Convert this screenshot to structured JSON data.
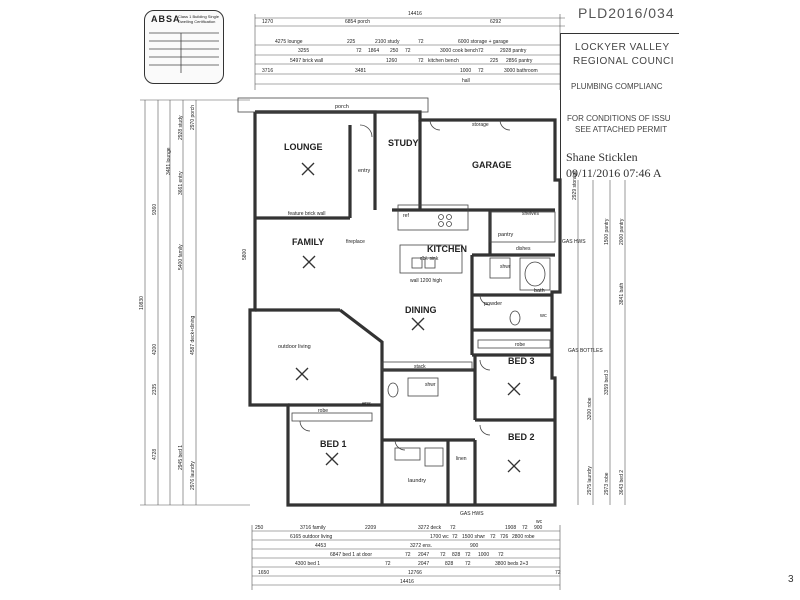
{
  "doc_ref": "PLD2016/034",
  "council": {
    "line1": "LOCKYER VALLEY",
    "line2": "REGIONAL COUNCI",
    "line3": "PLUMBING COMPLIANC",
    "line4": "FOR CONDITIONS OF ISSU",
    "line5": "SEE ATTACHED PERMIT"
  },
  "approval": {
    "name": "Shane Sticklen",
    "datetime": "09/11/2016 07:46 A"
  },
  "stamp": {
    "logo": "ABSA",
    "caption": "Class 1 Building Single Dwelling Certification"
  },
  "rooms": {
    "lounge": "LOUNGE",
    "entry": "entry",
    "study": "STUDY",
    "garage": "GARAGE",
    "family": "FAMILY",
    "kitchen": "KITCHEN",
    "pantry": "pantry",
    "dining": "DINING",
    "powder": "powder",
    "wc": "wc",
    "bath": "bath",
    "bed3": "BED 3",
    "outdoor_living": "outdoor living",
    "ens": "ens.",
    "bed1": "BED 1",
    "bed2": "BED 2",
    "laundry": "laundry",
    "porch": "porch"
  },
  "labels": {
    "storage": "storage",
    "shelves": "shelves",
    "robe": "robe",
    "feature_wall": "feature brick wall",
    "fireplace": "fireplace",
    "dbl_sink": "dbl. sink",
    "wall_height": "wall 1200 high",
    "dishwasher": "dishes",
    "shwr": "shwr",
    "stack": "stack",
    "ref": "ref",
    "gas_hws": "GAS HWS",
    "gas_bottles": "GAS BOTTLES",
    "linen": "linen",
    "shower": "shwr"
  },
  "dims_top": {
    "overall": "14416",
    "row1": [
      "1270",
      "6854 porch",
      "6292"
    ],
    "row2": [
      "4275 lounge",
      "225",
      "2100 study",
      "72",
      "6000 storage + garage"
    ],
    "row3": [
      "3255",
      "72",
      "1864",
      "250",
      "72",
      "3000 cook bench",
      "72",
      "2928 pantry"
    ],
    "row4": [
      "5497 brick wall",
      "1260",
      "72",
      "kitchen bench",
      "225",
      "2856 pantry"
    ],
    "row5": [
      "3716",
      "3481",
      "1000",
      "72",
      "3000 bathroom"
    ],
    "row6": [
      "hall"
    ]
  },
  "dims_bottom": {
    "row1": [
      "250",
      "3716 family",
      "2209",
      "3272 deck",
      "72",
      "1908",
      "72",
      "900",
      "wc"
    ],
    "row2": [
      "6165 outdoor living",
      "1700 wc",
      "72",
      "1500 shwr",
      "72",
      "726",
      "2800 robe"
    ],
    "row3": [
      "4453",
      "3272 ens.",
      "900"
    ],
    "row4": [
      "6847 bed 1 at door",
      "72",
      "2047",
      "72",
      "828",
      "72",
      "1000",
      "72"
    ],
    "row5": [
      "4300 bed 1",
      "72",
      "2047",
      "828",
      "72",
      "3800 beds 2+3"
    ],
    "row6": [
      "1650",
      "12766",
      "72"
    ],
    "overall": "14416"
  },
  "dims_left": {
    "outer": [
      "10830"
    ],
    "mid": [
      "9360",
      "5800",
      "4200",
      "2335",
      "4728"
    ],
    "inner": [
      "3481 lounge",
      "2928 study",
      "3661 entry",
      "5400 family",
      "2970 porch",
      "4587 deck+dining",
      "2945 bed 1",
      "2976 laundry"
    ]
  },
  "dims_right": {
    "cols": [
      "2929 storage",
      "1500 pantry",
      "2000 pantry",
      "3841 bath",
      "3359 bed 3",
      "2975 laundry",
      "2973 robe",
      "3643 bed 2",
      "3200 robe"
    ]
  }
}
